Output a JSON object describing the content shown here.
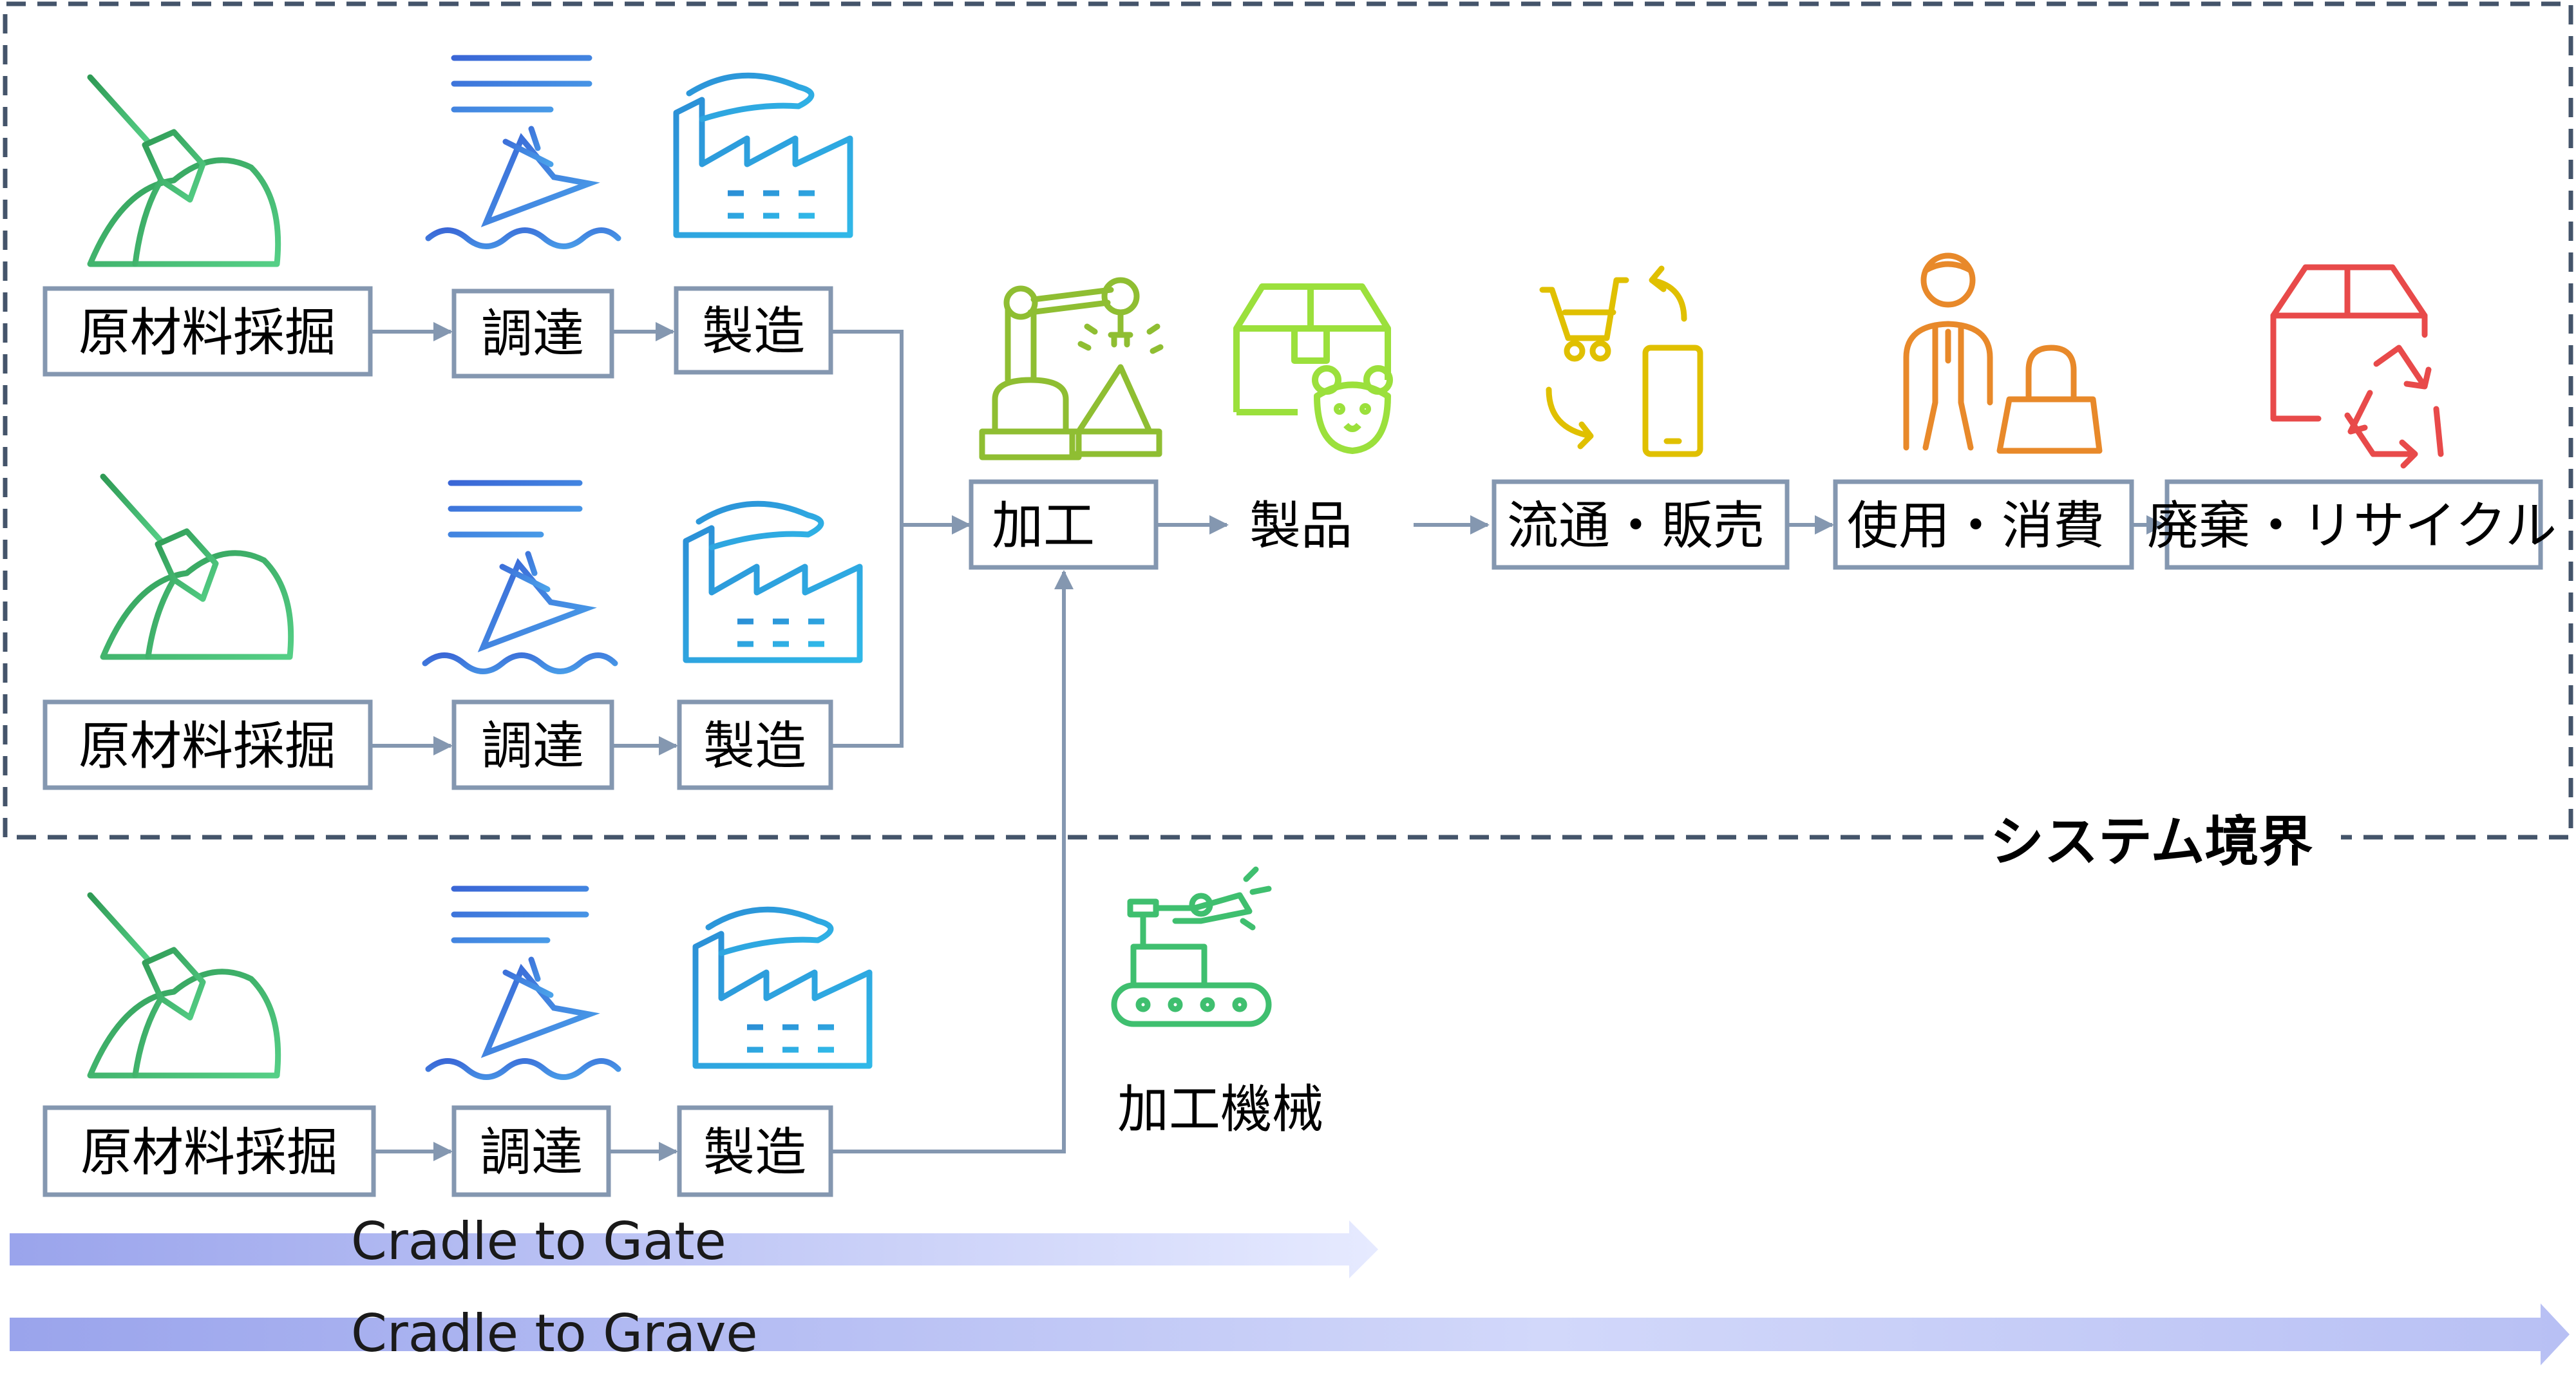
{
  "boundary_label": "システム境界",
  "rows": [
    {
      "extraction": "原材料採掘",
      "procurement": "調達",
      "manufacturing": "製造"
    },
    {
      "extraction": "原材料採掘",
      "procurement": "調達",
      "manufacturing": "製造"
    },
    {
      "extraction": "原材料採掘",
      "procurement": "調達",
      "manufacturing": "製造"
    }
  ],
  "main_flow": {
    "processing": "加工",
    "product": "製品",
    "distribution": "流通・販売",
    "use": "使用・消費",
    "disposal": "廃棄・リサイクル"
  },
  "machinery_label": "加工機械",
  "scope_arrows": {
    "gate": "Cradle to Gate",
    "grave": "Cradle to Grave"
  },
  "icons": [
    "shovel-mound-icon",
    "ship-sinking-icon",
    "factory-icon",
    "robot-arm-icon",
    "product-box-icon",
    "shopping-cart-phone-icon",
    "consumer-with-bag-icon",
    "recycle-box-icon",
    "assembly-line-robot-icon"
  ],
  "colors": {
    "box_border": "#8497b0",
    "boundary": "#44546a",
    "arrow_start": "#9aa4ec",
    "arrow_end": "#e6eaff"
  }
}
